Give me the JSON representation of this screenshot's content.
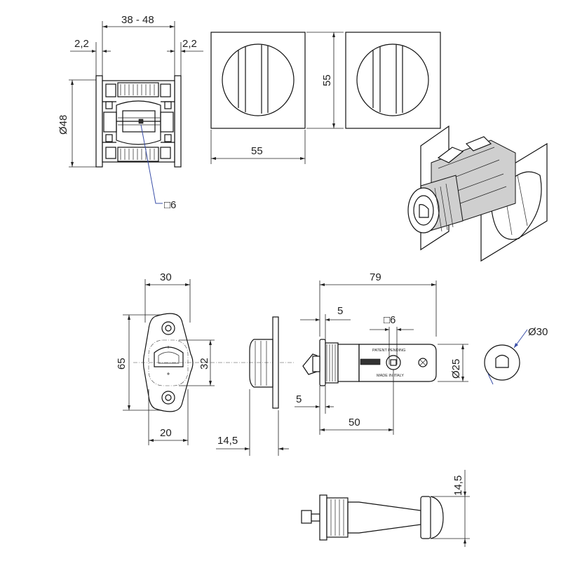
{
  "labels": {
    "range_38_48": "38 - 48",
    "wall_left": "2,2",
    "wall_right": "2,2",
    "diam_48": "Ø48",
    "square_6_top": "□6",
    "width_55": "55",
    "height_55": "55",
    "w_30": "30",
    "h_65": "65",
    "h_32": "32",
    "w_20": "20",
    "t_14_5": "14,5",
    "len_79": "79",
    "off_5_top": "5",
    "square_6_mid": "□6",
    "diam_25": "Ø25",
    "off_5_bottom": "5",
    "len_50": "50",
    "diam_30": "Ø30",
    "h_14_5_right": "14,5",
    "patent_pending": "PATENT PENDING",
    "made_in_italy": "MADE IN ITALY"
  }
}
